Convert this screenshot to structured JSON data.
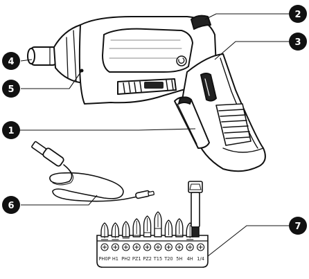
{
  "callouts": {
    "c1": "1",
    "c2": "2",
    "c3": "3",
    "c4": "4",
    "c5": "5",
    "c6": "6",
    "c7": "7"
  },
  "bit_labels": [
    "PH0P",
    "H1",
    "PH2",
    "PZ1",
    "PZ2",
    "T15",
    "T20",
    "5H",
    "4H",
    "1/4"
  ],
  "colors": {
    "ink": "#111111",
    "paper": "#ffffff",
    "shade": "#222222"
  }
}
